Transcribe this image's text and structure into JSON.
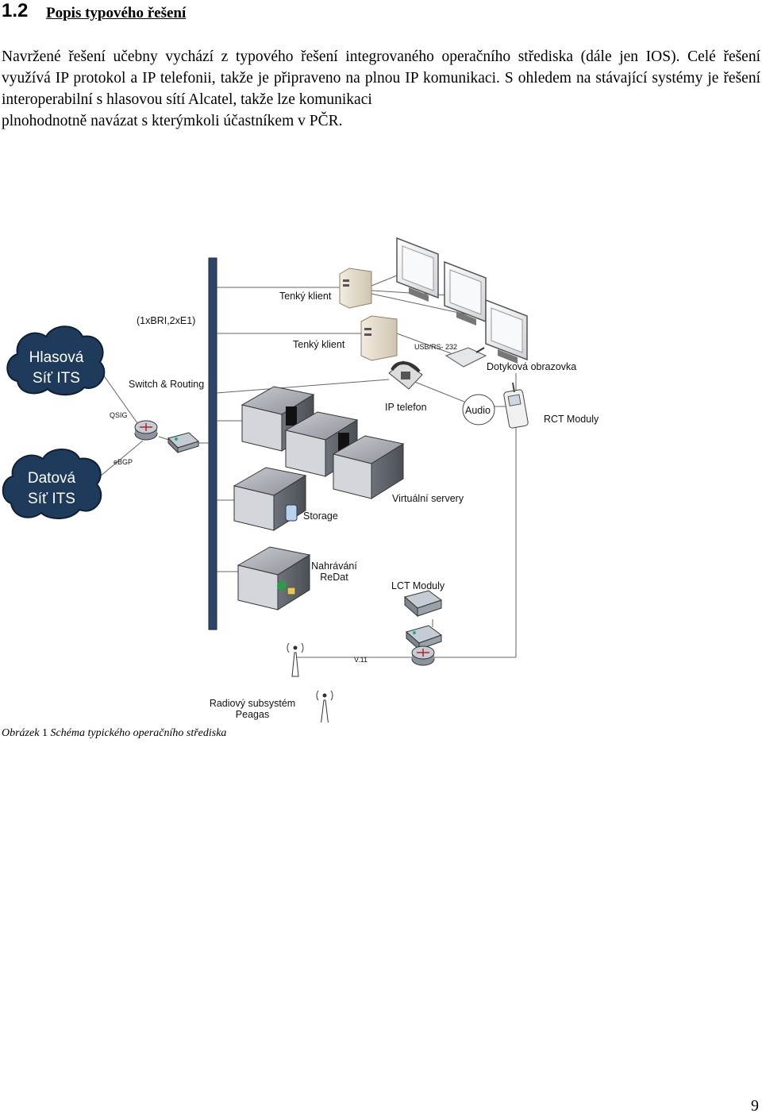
{
  "section": {
    "number": "1.2",
    "title": "Popis typového řešení"
  },
  "paragraph": {
    "lines": [
      "Navržené řešení učebny vychází z typového řešení integrovaného operačního střediska (dále jen IOS).",
      "Celé řešení využívá IP protokol a IP telefonii, takže je připraveno na plnou IP komunikaci. S ohledem",
      "na stávající systémy je řešení interoperabilní s hlasovou sítí Alcatel, takže lze komunikaci",
      "plnohodnotně navázat s kterýmkoli účastníkem v PČR."
    ]
  },
  "diagram": {
    "cloud_voice": [
      "Hlasová",
      "Síť ITS"
    ],
    "cloud_data": [
      "Datová",
      "Síť ITS"
    ],
    "labels": {
      "thin_client_1": "Tenký klient",
      "thin_client_2": "Tenký klient",
      "bri": "(1xBRI,2xE1)",
      "switch_routing": "Switch & Routing",
      "qsig": "QSIG",
      "ebgp": "eBGP",
      "usb_rs": "USB/RS- 232",
      "touch_screen": "Dotyková obrazovka",
      "ip_phone": "IP telefon",
      "audio": "Audio",
      "rct": "RCT Moduly",
      "virtual_servers": "Virtuální servery",
      "storage": "Storage",
      "recording_1": "Nahrávání",
      "recording_2": "ReDat",
      "lct": "LCT Moduly",
      "v11": "V.11",
      "radio_1": "Radiový subsystém",
      "radio_2": "Peagas"
    }
  },
  "caption": {
    "prefix": "Obrázek",
    "number": "1",
    "text": "Schéma typického operačního střediska"
  },
  "page_number": "9"
}
